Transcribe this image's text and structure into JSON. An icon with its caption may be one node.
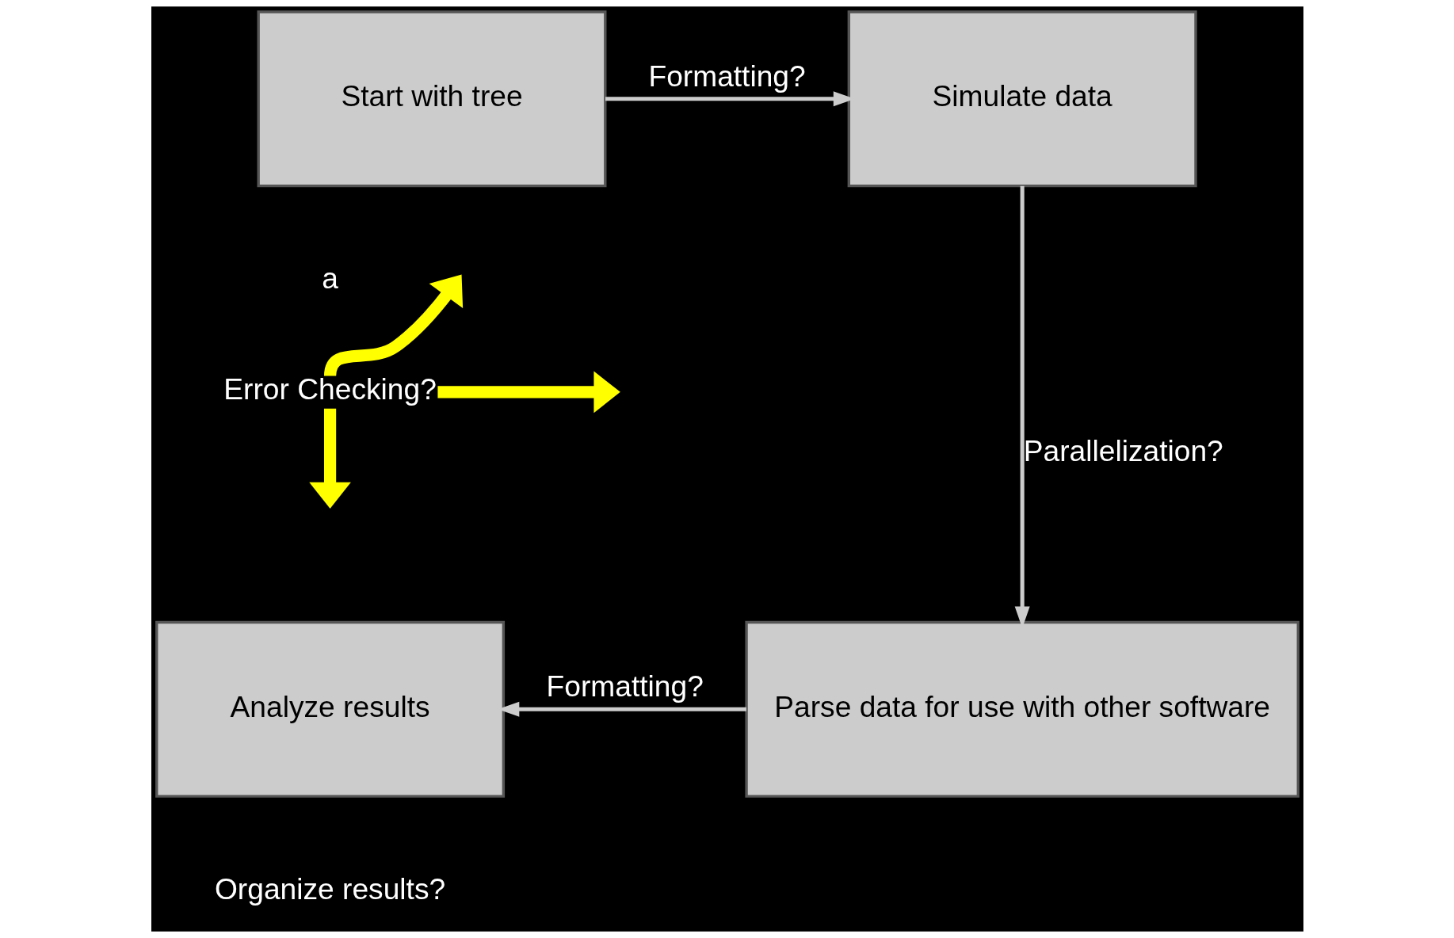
{
  "diagram": {
    "nodes": [
      {
        "text": [
          "Start with tree"
        ]
      },
      {
        "text": [
          "Simulate data"
        ]
      },
      {
        "text": [
          "Error Checking?"
        ]
      },
      {
        "text": [
          "Parse data for use with other software"
        ]
      },
      {
        "text": [
          "Analyze results"
        ],
        "beside": [
          "Organize results?"
        ]
      }
    ],
    "edges": [
      {
        "from": 0,
        "to": 1,
        "arrow": "to",
        "label": "Formatting?"
      },
      {
        "from": 2,
        "to": null,
        "arrow": "to",
        "color": "#ffff00",
        "style": "thick"
      },
      {
        "from": 2,
        "to": null,
        "arrow": "to",
        "color": "#ffff00",
        "style": "thick"
      },
      {
        "from": 2,
        "to": null,
        "arrow": "to",
        "color": "#ffff00",
        "style": "thick"
      },
      {
        "from": 1,
        "to": 3,
        "arrow": "to",
        "label": "Parallelization?"
      },
      {
        "from": 3,
        "to": 4,
        "arrow": "to",
        "label": "Formatting?"
      }
    ],
    "labels": [
      "a"
    ]
  }
}
